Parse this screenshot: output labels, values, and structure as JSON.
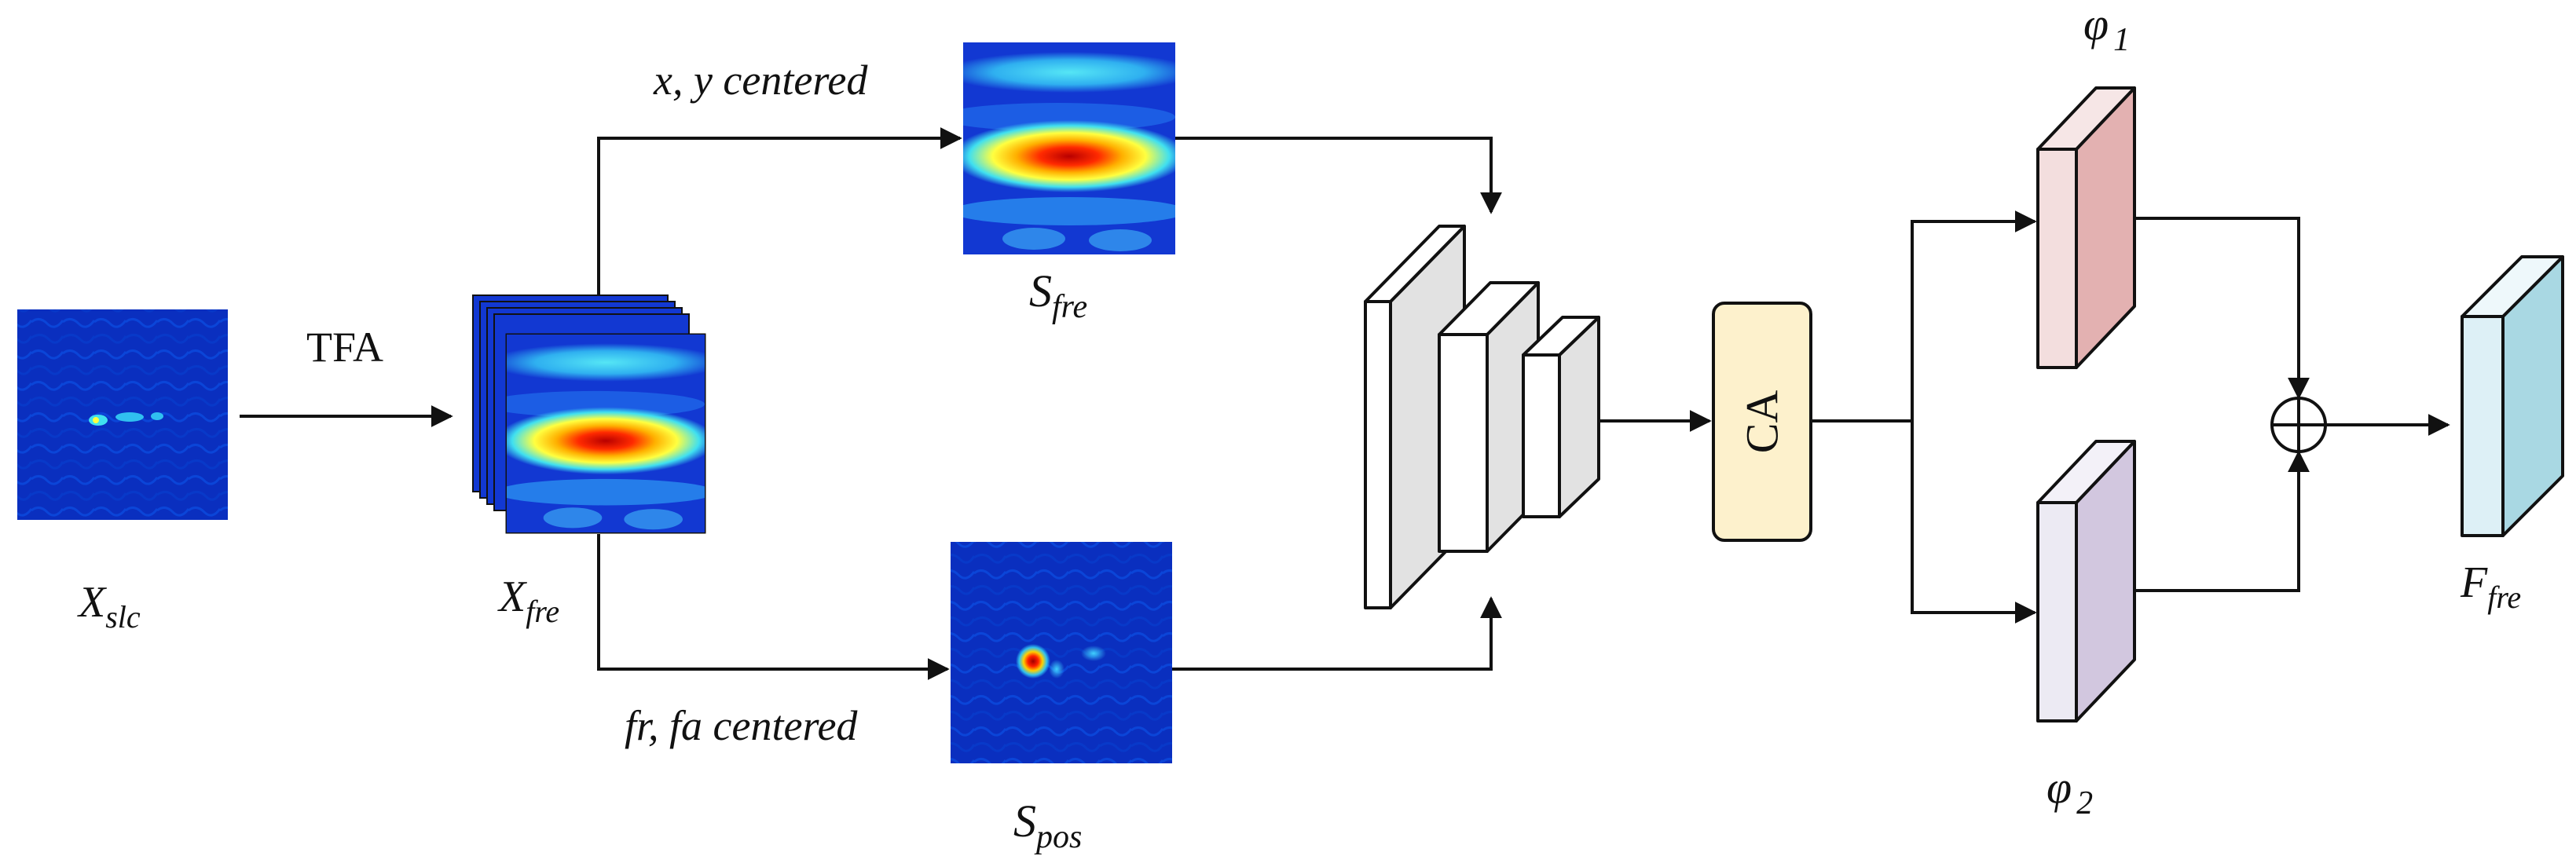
{
  "diagram": {
    "input_label": {
      "base": "X",
      "sub": "slc"
    },
    "tfa_label": "TFA",
    "stack_label": {
      "base": "X",
      "sub": "fre"
    },
    "top_branch_label": "x, y centered",
    "bottom_branch_label": "fr, fa centered",
    "s_fre_label": {
      "base": "S",
      "sub": "fre"
    },
    "s_pos_label": {
      "base": "S",
      "sub": "pos"
    },
    "ca_label": "CA",
    "phi1_label": {
      "base": "φ",
      "sub": "1"
    },
    "phi2_label": {
      "base": "φ",
      "sub": "2"
    },
    "output_label": {
      "base": "F",
      "sub": "fre"
    }
  },
  "colors": {
    "heatmap_bg": "#1030c8",
    "heatmap_band": "#3fd2f0",
    "heatmap_hot": "#d40000",
    "cube_face": "#e2e2e2",
    "ca_fill": "#fdf1cc",
    "phi1_front": "#f3dede",
    "phi1_side": "#e3b1b1",
    "phi2_front": "#eceaf3",
    "phi2_side": "#d2c7df",
    "out_front": "#ddf0f6",
    "out_side": "#a9d8e3"
  }
}
